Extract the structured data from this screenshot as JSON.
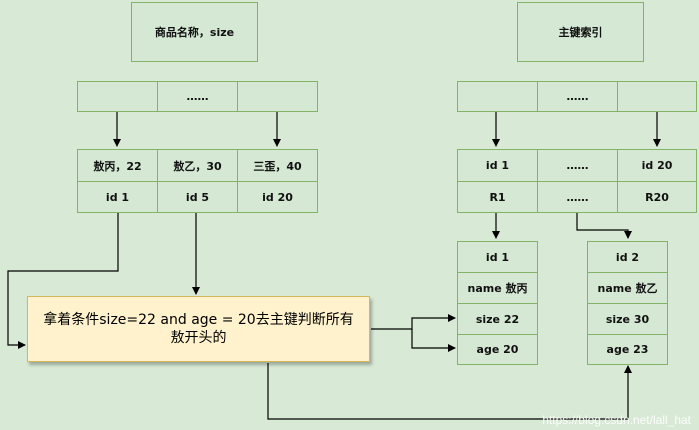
{
  "secondary_index": {
    "title": "商品名称，size",
    "root": [
      "",
      "……",
      ""
    ],
    "leaf_keys": [
      "敖丙，22",
      "敖乙，30",
      "三歪，40"
    ],
    "leaf_ids": [
      "id 1",
      "id 5",
      "id 20"
    ]
  },
  "primary_index": {
    "title": "主键索引",
    "root": [
      "",
      "……",
      ""
    ],
    "leaf_keys": [
      "id 1",
      "……",
      "id 20"
    ],
    "leaf_rows": [
      "R1",
      "……",
      "R20"
    ]
  },
  "condition": "拿着条件size=22 and age = 20去主键判断所有敖开头的",
  "record_1": [
    "id 1",
    "name 敖丙",
    "size 22",
    "age 20"
  ],
  "record_2": [
    "id 2",
    "name 敖乙",
    "size 30",
    "age 23"
  ],
  "watermark": "https://blog.csdn.net/lall_hat"
}
